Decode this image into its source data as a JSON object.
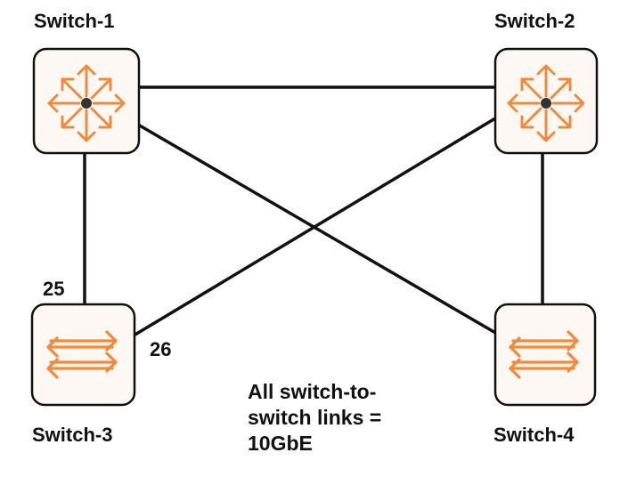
{
  "colors": {
    "accent": "#f08a3c",
    "link": "#111111",
    "box_fill": "#fdf8f3",
    "hub": "#333333"
  },
  "switches": [
    {
      "id": "sw1",
      "label": "Switch-1",
      "type": "core",
      "icon": "core-switch-arrows-icon"
    },
    {
      "id": "sw2",
      "label": "Switch-2",
      "type": "core",
      "icon": "core-switch-arrows-icon"
    },
    {
      "id": "sw3",
      "label": "Switch-3",
      "type": "access",
      "icon": "access-switch-arrows-icon"
    },
    {
      "id": "sw4",
      "label": "Switch-4",
      "type": "access",
      "icon": "access-switch-arrows-icon"
    }
  ],
  "links": [
    {
      "from": "sw1",
      "to": "sw2"
    },
    {
      "from": "sw1",
      "to": "sw3"
    },
    {
      "from": "sw1",
      "to": "sw4"
    },
    {
      "from": "sw2",
      "to": "sw3"
    },
    {
      "from": "sw2",
      "to": "sw4"
    }
  ],
  "ports": {
    "sw3_to_sw1": "25",
    "sw3_to_sw2": "26"
  },
  "note": {
    "line1": "All switch-to-",
    "line2": "switch links =",
    "line3": "10GbE"
  }
}
